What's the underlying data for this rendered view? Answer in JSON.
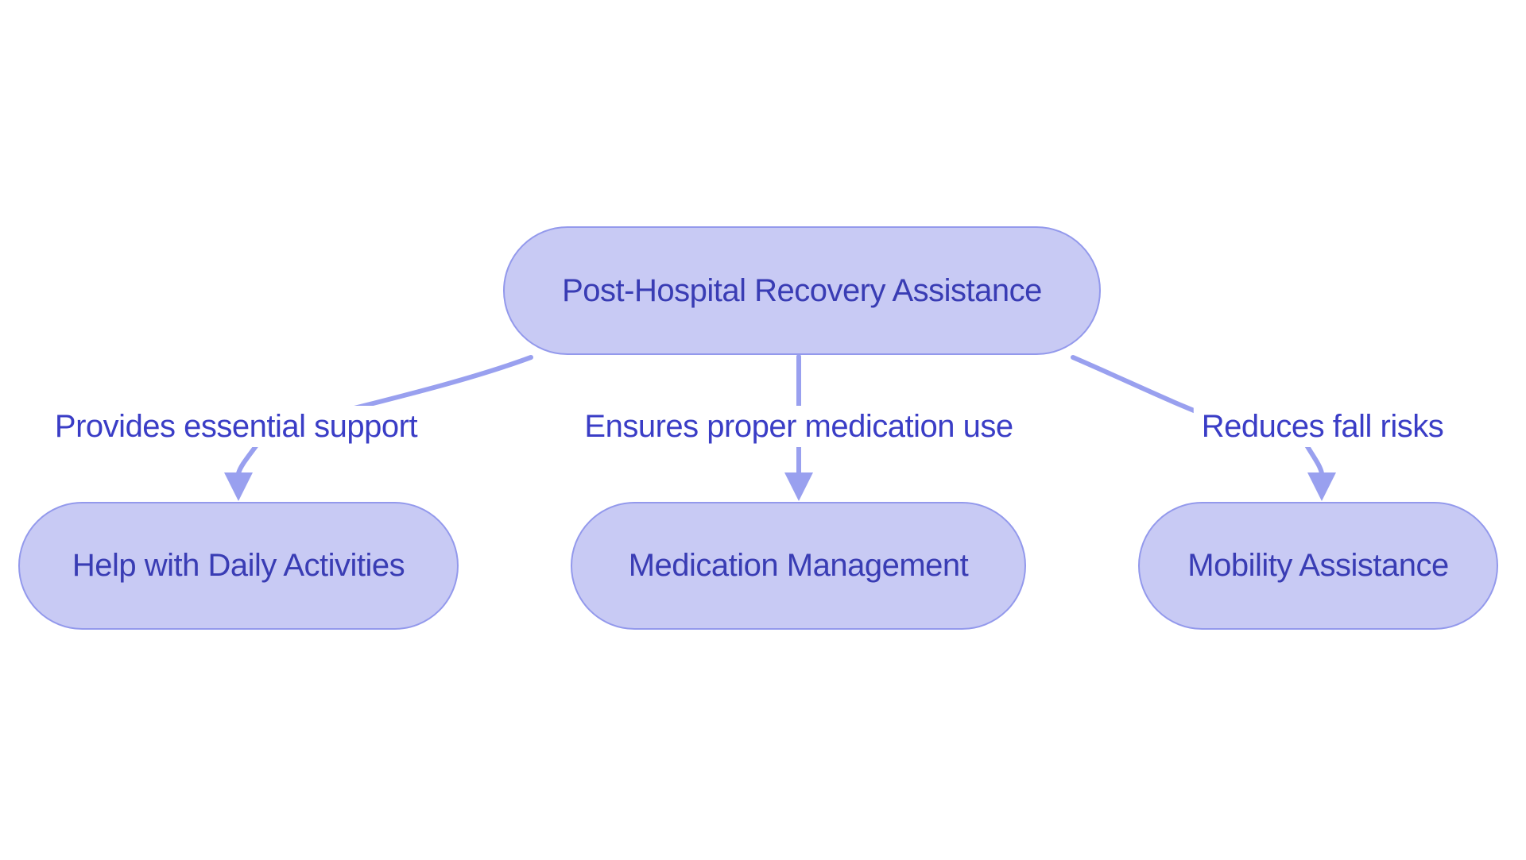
{
  "diagram": {
    "type": "flowchart",
    "background_color": "#ffffff",
    "colors": {
      "node_fill": "#c8caf4",
      "node_border": "#9399ec",
      "edge_line": "#99a0ef",
      "node_text": "#393cb4",
      "edge_label_text": "#3a3dc6"
    },
    "root": {
      "label": "Post-Hospital Recovery Assistance"
    },
    "children": [
      {
        "label": "Help with Daily Activities",
        "edge_label": "Provides essential support"
      },
      {
        "label": "Medication Management",
        "edge_label": "Ensures proper medication use"
      },
      {
        "label": "Mobility Assistance",
        "edge_label": "Reduces fall risks"
      }
    ]
  }
}
